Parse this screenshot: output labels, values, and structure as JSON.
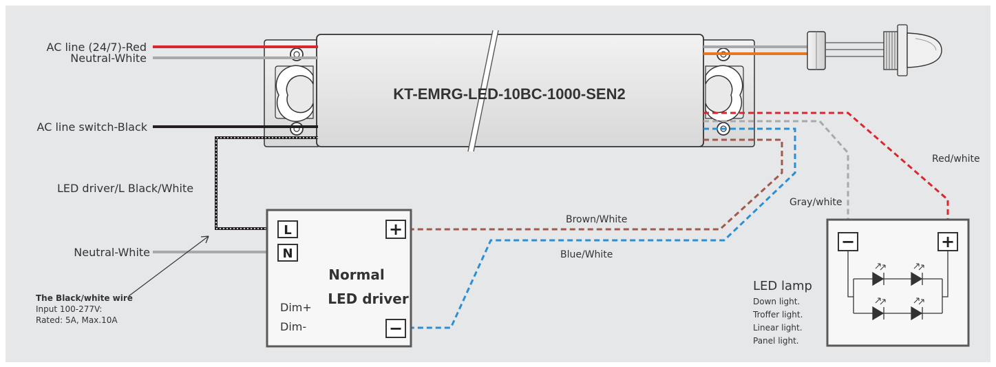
{
  "device": {
    "model": "KT-EMRG-LED-10BC-1000-SEN2"
  },
  "wires": {
    "ac_line_red": "AC line (24/7)-Red",
    "neutral_white_top": "Neutral-White",
    "ac_switch_black": "AC line switch-Black",
    "led_driver_l": "LED driver/L Black/White",
    "neutral_white_bottom": "Neutral-White",
    "brown_white": "Brown/White",
    "blue_white": "Blue/White",
    "gray_white": "Gray/white",
    "red_white": "Red/white"
  },
  "note": {
    "title": "The Black/white wire",
    "line1": "Input 100-277V:",
    "line2": "Rated: 5A, Max.10A"
  },
  "driver": {
    "title_line1": "Normal",
    "title_line2": "LED driver",
    "terminal_l": "L",
    "terminal_n": "N",
    "terminal_plus": "+",
    "terminal_minus": "−",
    "dim_plus": "Dim+",
    "dim_minus": "Dim-"
  },
  "lamp": {
    "title": "LED lamp",
    "types": [
      "Down light.",
      "Troffer light.",
      "Linear light.",
      "Panel light."
    ],
    "terminal_minus": "−",
    "terminal_plus": "+"
  },
  "colors": {
    "background": "#e6e7e8",
    "red": "#d9262f",
    "gray": "#a7a9ac",
    "black": "#231f20",
    "orange": "#e87722",
    "brown": "#a0594b",
    "blue": "#2b8fd6",
    "frame": "#595959"
  }
}
